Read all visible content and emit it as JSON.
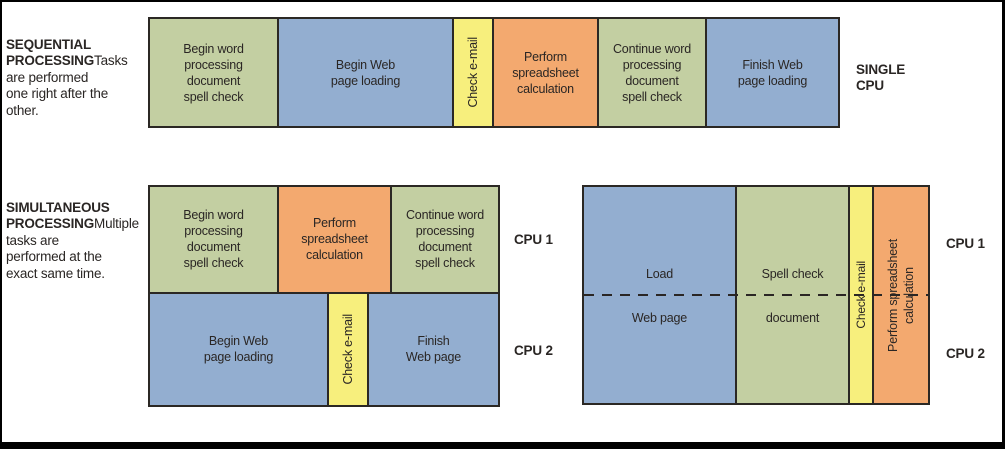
{
  "colors": {
    "green": "#c3cfa2",
    "blue": "#93aed0",
    "yellow": "#f7ef7d",
    "orange": "#f3a96f",
    "frame": "#000000",
    "block_border": "#2b2824",
    "text": "#2a2624"
  },
  "sequential": {
    "heading": "SEQUENTIAL\nPROCESSING",
    "description": "Tasks are performed\none right after the\nother.",
    "cpu_label": "SINGLE\nCPU",
    "blocks": [
      {
        "label": "Begin word\nprocessing\ndocument\nspell check",
        "color": "green"
      },
      {
        "label": "Begin Web\npage loading",
        "color": "blue"
      },
      {
        "label": "Check e-mail",
        "color": "yellow",
        "orientation": "vertical"
      },
      {
        "label": "Perform\nspreadsheet\ncalculation",
        "color": "orange"
      },
      {
        "label": "Continue word\nprocessing\ndocument\nspell check",
        "color": "green"
      },
      {
        "label": "Finish Web\npage loading",
        "color": "blue"
      }
    ]
  },
  "simultaneous": {
    "heading": "SIMULTANEOUS\nPROCESSING",
    "description": "Multiple tasks are\nperformed at the\nexact same time.",
    "left_block": {
      "cpu1_label": "CPU 1",
      "cpu2_label": "CPU 2",
      "cpu1_blocks": [
        {
          "label": "Begin word\nprocessing\ndocument\nspell check",
          "color": "green"
        },
        {
          "label": "Perform\nspreadsheet\ncalculation",
          "color": "orange"
        },
        {
          "label": "Continue word\nprocessing\ndocument\nspell check",
          "color": "green"
        }
      ],
      "cpu2_blocks": [
        {
          "label": "Begin Web\npage loading",
          "color": "blue"
        },
        {
          "label": "Check e-mail",
          "color": "yellow",
          "orientation": "vertical"
        },
        {
          "label": "Finish\nWeb page",
          "color": "blue"
        }
      ]
    },
    "right_block": {
      "cpu1_label": "CPU 1",
      "cpu2_label": "CPU 2",
      "columns": [
        {
          "top_label": "Load",
          "bottom_label": "Web page",
          "color": "blue"
        },
        {
          "top_label": "Spell check",
          "bottom_label": "document",
          "color": "green"
        },
        {
          "label": "Check e-mail",
          "color": "yellow",
          "orientation": "vertical"
        },
        {
          "label": "Perform spreadsheet\ncalculation",
          "color": "orange",
          "orientation": "vertical"
        }
      ]
    }
  }
}
